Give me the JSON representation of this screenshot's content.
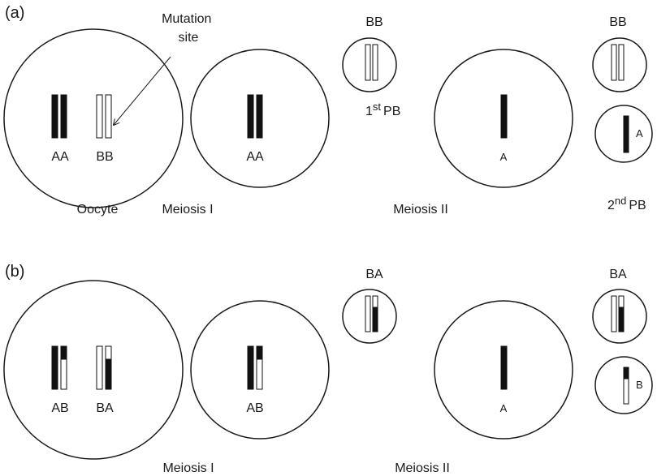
{
  "panel_a": {
    "label": "(a)",
    "annotation": "Mutation site",
    "oocyte_pair_1": "AA",
    "oocyte_pair_2": "BB",
    "oocyte_caption": "Oocyte",
    "m1_cell_pair": "AA",
    "m1_pb_label": "BB",
    "m1_pb_caption_sup": "st",
    "m1_pb_caption": "PB",
    "m1_pb_caption_num": "1",
    "m1_caption": "Meiosis I",
    "m2_cell": "A",
    "m2_pb1_label": "BB",
    "m2_pb2_label": "A",
    "m2_pb2_caption_num": "2",
    "m2_pb2_caption_sup": "nd",
    "m2_pb2_caption": "PB",
    "m2_caption": "Meiosis II"
  },
  "panel_b": {
    "label": "(b)",
    "oocyte_pair_1": "AB",
    "oocyte_pair_2": "BA",
    "m1_cell_pair": "AB",
    "m1_pb_label": "BA",
    "m1_caption": "Meiosis I",
    "m2_cell": "A",
    "m2_pb1_label": "BA",
    "m2_pb2_label": "B",
    "m2_caption": "Meiosis II"
  },
  "colors": {
    "chromatid_dark": "#111111",
    "chromatid_light": "#ffffff",
    "outline": "#1a1a1a"
  }
}
